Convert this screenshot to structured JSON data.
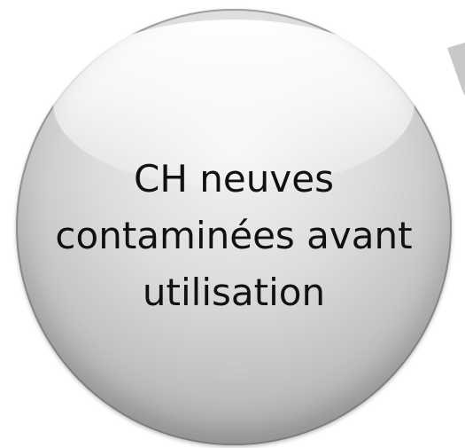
{
  "node": {
    "lines": [
      "CH neuves",
      "contaminées avant",
      "utilisation"
    ]
  },
  "colors": {
    "sphere_light": "#f4f4f4",
    "sphere_mid": "#c4c4c4",
    "sphere_dark": "#8a8a8a",
    "text": "#111111",
    "edge_shape": "#c8c8c8"
  }
}
